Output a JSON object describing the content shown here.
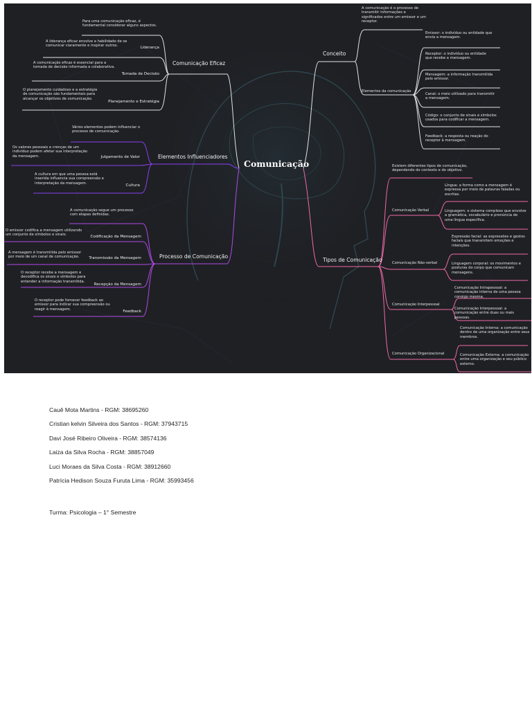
{
  "central_topic": "Comunicação",
  "colors": {
    "background": "#1f2024",
    "branch_eficaz": "#e3e3e3",
    "branch_elementos": "#8a3ff0",
    "branch_processo": "#b04ae8",
    "branch_conceito": "#e3e3e3",
    "branch_tipos": "#f06aa8"
  },
  "branches": {
    "eficaz": {
      "title": "Comunicação Eficaz",
      "intro": "Para uma comunicação eficaz, é fundamental considerar alguns aspectos.",
      "items": [
        {
          "label": "Liderança",
          "desc": "A liderança eficaz envolve a habilidade de se comunicar claramente e inspirar outros."
        },
        {
          "label": "Tomada de Decisão",
          "desc": "A comunicação eficaz é essencial para a tomada de decisão informada e colaborativa."
        },
        {
          "label": "Planejamento e Estratégia",
          "desc": "O planejamento cuidadoso e a estratégia de comunicação são fundamentais para alcançar os objetivos de comunicação."
        }
      ]
    },
    "elementos": {
      "title": "Elementos Influenciadores",
      "intro": "Vários elementos podem influenciar o processo de comunicação.",
      "items": [
        {
          "label": "Julgamento de Valor",
          "desc": "Os valores pessoais e crenças de um indivíduo podem afetar sua interpretação da mensagem."
        },
        {
          "label": "Cultura",
          "desc": "A cultura em que uma pessoa está inserida influencia sua compreensão e interpretação da mensagem."
        }
      ]
    },
    "processo": {
      "title": "Processo de Comunicação",
      "intro": "A comunicação segue um processo com etapas definidas.",
      "items": [
        {
          "label": "Codificação da Mensagem",
          "desc": "O emissor codifica a mensagem utilizando um conjunto de símbolos e sinais."
        },
        {
          "label": "Transmissão da Mensagem",
          "desc": "A mensagem é transmitida pelo emissor por meio de um canal de comunicação."
        },
        {
          "label": "Recepção da Mensagem",
          "desc": "O receptor recebe a mensagem e decodifica os sinais e símbolos para entender a informação transmitida."
        },
        {
          "label": "Feedback",
          "desc": "O receptor pode fornecer feedback ao emissor para indicar sua compreensão ou reagir à mensagem."
        }
      ]
    },
    "conceito": {
      "title": "Conceito",
      "intro": "A comunicação é o processo de transmitir informações e significados entre um emissor e um receptor.",
      "sub_title": "Elementos da comunicação",
      "items": [
        "Emissor: o indivíduo ou entidade que envia a mensagem.",
        "Receptor: o indivíduo ou entidade que recebe a mensagem.",
        "Mensagem: a informação transmitida pelo emissor.",
        "Canal: o meio utilizado para transmitir a mensagem.",
        "Código: o conjunto de sinais e símbolos usados para codificar a mensagem.",
        "Feedback: a resposta ou reação do receptor à mensagem."
      ]
    },
    "tipos": {
      "title": "Tipos de Comunicação",
      "intro": "Existem diferentes tipos de comunicação, dependendo do contexto e do objetivo.",
      "groups": [
        {
          "label": "Comunicação Verbal",
          "items": [
            "Língua: a forma como a mensagem é expressa por meio de palavras faladas ou escritas.",
            "Linguagem: o sistema complexo que envolve a gramática, vocabulário e pronúncia de uma língua específica."
          ]
        },
        {
          "label": "Comunicação Não-verbal",
          "items": [
            "Expressão facial: as expressões e gestos faciais que transmitem emoções e intenções.",
            "Linguagem corporal: os movimentos e posturas do corpo que comunicam mensagens."
          ]
        },
        {
          "label": "Comunicação Interpessoal",
          "items": [
            "Comunicação Intrapessoal: a comunicação interna de uma pessoa consigo mesma.",
            "Comunicação Interpessoal: a comunicação entre duas ou mais pessoas."
          ]
        },
        {
          "label": "Comunicação Organizacional",
          "items": [
            "Comunicação Interna: a comunicação dentro de uma organização entre seus membros.",
            "Comunicação Externa: a comunicação entre uma organização e seu público externo."
          ]
        }
      ]
    }
  },
  "authors": [
    "Cauê Mota Martins - RGM: 38695260",
    "Cristian kelvin Silveira dos Santos - RGM: 37943715",
    "Davi José Ribeiro Oliveira - RGM: 38574136",
    "Laiza da Silva Rocha - RGM: 38857049",
    "Luci Moraes da Silva Costa - RGM: 38912660",
    "Patrícia Hedison Souza Furuta Lima - RGM: 35993456"
  ],
  "turma": "Turma: Psicologia – 1° Semestre"
}
